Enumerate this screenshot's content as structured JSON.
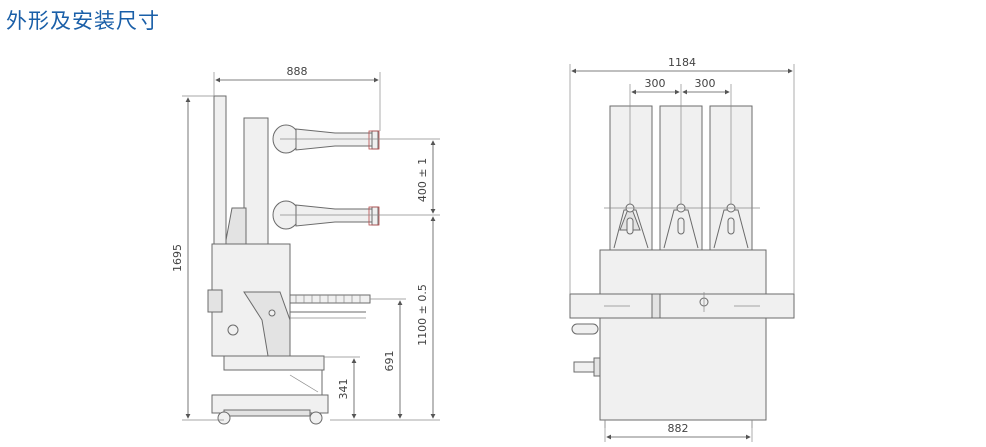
{
  "page": {
    "title": "外形及安装尺寸"
  },
  "side_view": {
    "dimensions": {
      "depth": "888",
      "contact_spacing": "400 ± 1",
      "lower_contact_height": "1100 ± 0.5",
      "height_691": "691",
      "height_341": "341",
      "total_height": "1695"
    }
  },
  "front_view": {
    "dimensions": {
      "total_width": "1184",
      "phase_spacing_1": "300",
      "phase_spacing_2": "300",
      "base_width": "882"
    }
  },
  "colors": {
    "title": "#1a5fa8",
    "line": "#6b6b6b",
    "accent_red": "#b84a4a"
  }
}
